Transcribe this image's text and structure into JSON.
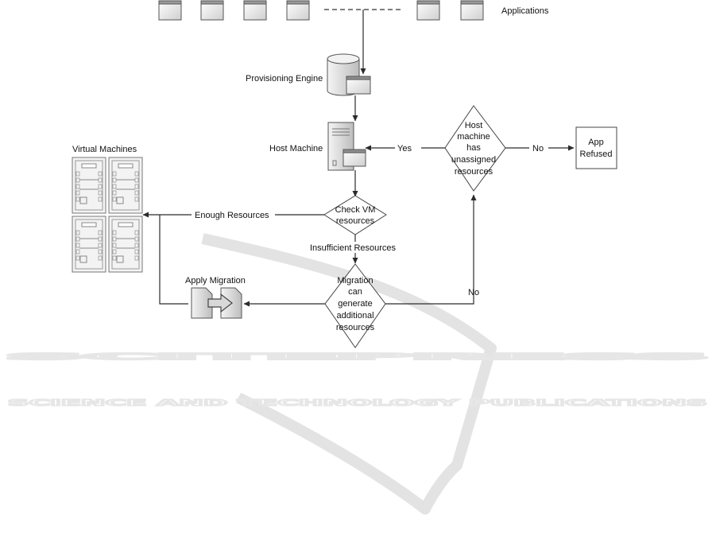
{
  "watermark": {
    "title": "SCITEPRESS",
    "subtitle": "SCIENCE AND TECHNOLOGY PUBLICATIONS"
  },
  "labels": {
    "applications": "Applications",
    "provisioning_engine": "Provisioning Engine",
    "host_machine": "Host Machine",
    "virtual_machines": "Virtual Machines",
    "apply_migration": "Apply Migration",
    "enough_resources": "Enough Resources",
    "insufficient_resources": "Insufficient Resources",
    "yes": "Yes",
    "no_right": "No",
    "no_bottom": "No"
  },
  "decisions": {
    "host_unassigned": [
      "Host",
      "machine",
      "has",
      "unassigned",
      "resources"
    ],
    "check_vm": [
      "Check VM",
      "resources"
    ],
    "migration": [
      "Migration",
      "can",
      "generate",
      "additional",
      "resources"
    ]
  },
  "refused_box": [
    "App",
    "Refused"
  ]
}
